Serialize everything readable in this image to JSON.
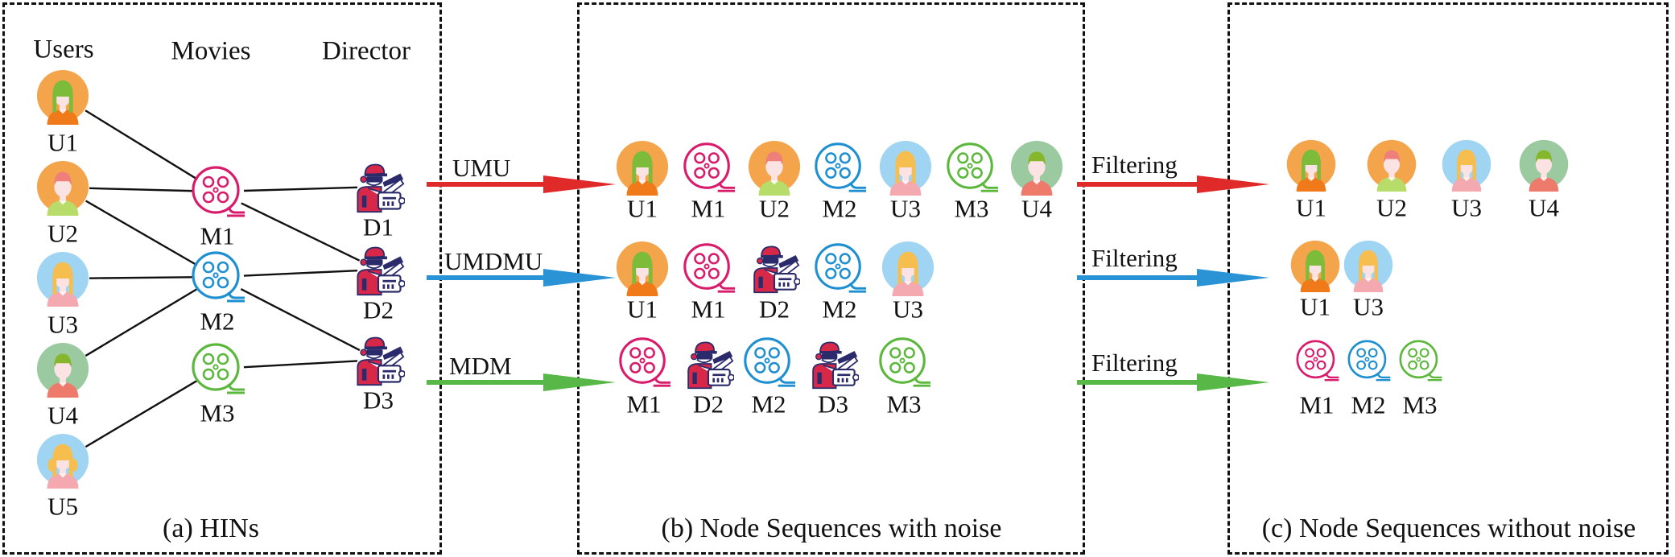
{
  "colors": {
    "umu_arrow": "#e02a2a",
    "umdmu_arrow": "#2a93d5",
    "mdm_arrow": "#58b847",
    "movie_m1": "#d81b6a",
    "movie_m2": "#1e8fd0",
    "movie_m3": "#5cb83c",
    "edge": "#111111"
  },
  "panel_a": {
    "headers": {
      "users": "Users",
      "movies": "Movies",
      "director": "Director"
    },
    "users": [
      {
        "id": "U1",
        "label": "U1",
        "avatar": "girl-green-hair",
        "bg": "#f4a54c"
      },
      {
        "id": "U2",
        "label": "U2",
        "avatar": "boy-red-hair",
        "bg": "#f4a54c"
      },
      {
        "id": "U3",
        "label": "U3",
        "avatar": "girl-blonde",
        "bg": "#9fd4f2"
      },
      {
        "id": "U4",
        "label": "U4",
        "avatar": "boy-green-hair",
        "bg": "#9bc9a0"
      },
      {
        "id": "U5",
        "label": "U5",
        "avatar": "girl-pigtails",
        "bg": "#9fd4f2"
      }
    ],
    "movies": [
      {
        "id": "M1",
        "label": "M1",
        "color": "#d81b6a"
      },
      {
        "id": "M2",
        "label": "M2",
        "color": "#1e8fd0"
      },
      {
        "id": "M3",
        "label": "M3",
        "color": "#5cb83c"
      }
    ],
    "directors": [
      {
        "id": "D1",
        "label": "D1"
      },
      {
        "id": "D2",
        "label": "D2"
      },
      {
        "id": "D3",
        "label": "D3"
      }
    ],
    "edges": [
      [
        "U1",
        "M1"
      ],
      [
        "U2",
        "M1"
      ],
      [
        "U2",
        "M2"
      ],
      [
        "U3",
        "M2"
      ],
      [
        "U4",
        "M2"
      ],
      [
        "U5",
        "M3"
      ],
      [
        "M1",
        "D1"
      ],
      [
        "M1",
        "D2"
      ],
      [
        "M2",
        "D2"
      ],
      [
        "M2",
        "D3"
      ],
      [
        "M3",
        "D3"
      ]
    ],
    "caption": "(a) HINs"
  },
  "metapaths": [
    {
      "label": "UMU",
      "color": "#e02a2a"
    },
    {
      "label": "UMDMU",
      "color": "#2a93d5"
    },
    {
      "label": "MDM",
      "color": "#58b847"
    }
  ],
  "panel_b": {
    "sequences": [
      [
        "U1",
        "M1",
        "U2",
        "M2",
        "U3",
        "M3",
        "U4"
      ],
      [
        "U1",
        "M1",
        "D2",
        "M2",
        "U3"
      ],
      [
        "M1",
        "D2",
        "M2",
        "D3",
        "M3"
      ]
    ],
    "caption": "(b) Node Sequences with noise"
  },
  "filter_arrows": [
    {
      "label": "Filtering",
      "color": "#e02a2a"
    },
    {
      "label": "Filtering",
      "color": "#2a93d5"
    },
    {
      "label": "Filtering",
      "color": "#58b847"
    }
  ],
  "panel_c": {
    "sequences": [
      [
        "U1",
        "U2",
        "U3",
        "U4"
      ],
      [
        "U1",
        "U3"
      ],
      [
        "M1",
        "M2",
        "M3"
      ]
    ],
    "caption": "(c) Node Sequences without noise"
  }
}
